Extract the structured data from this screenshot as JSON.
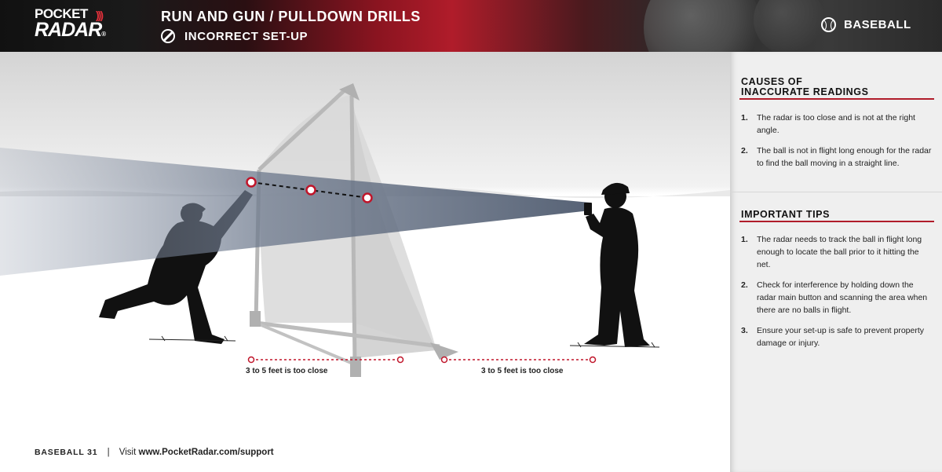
{
  "header": {
    "logo_top": "POCKET",
    "logo_bottom": "RADAR",
    "logo_mark": "®",
    "title": "RUN AND GUN / PULLDOWN DRILLS",
    "subtitle": "INCORRECT SET-UP",
    "sport": "BASEBALL",
    "accent_color": "#b01c2a"
  },
  "diagram": {
    "label_left": "3 to 5 feet is too close",
    "label_right": "3 to 5 feet is too close"
  },
  "panel": {
    "causes": {
      "heading_line1": "CAUSES OF",
      "heading_line2": "INACCURATE READINGS",
      "items": [
        {
          "num": "1.",
          "text": "The radar is too close and is not at the right angle."
        },
        {
          "num": "2.",
          "text": "The ball is not in flight long enough for the radar to find the ball moving in a straight line."
        }
      ]
    },
    "tips": {
      "heading": "IMPORTANT TIPS",
      "items": [
        {
          "num": "1.",
          "text": "The radar needs to track the ball in flight long enough to locate the ball prior to it hitting the net."
        },
        {
          "num": "2.",
          "text": "Check for interference by holding down the radar main button and scanning the area when there are no balls in flight."
        },
        {
          "num": "3.",
          "text": "Ensure your set-up is safe to prevent property damage or injury."
        }
      ]
    }
  },
  "footer": {
    "page": "BASEBALL 31",
    "separator": "|",
    "visit": "Visit",
    "url": "www.PocketRadar.com/support"
  }
}
